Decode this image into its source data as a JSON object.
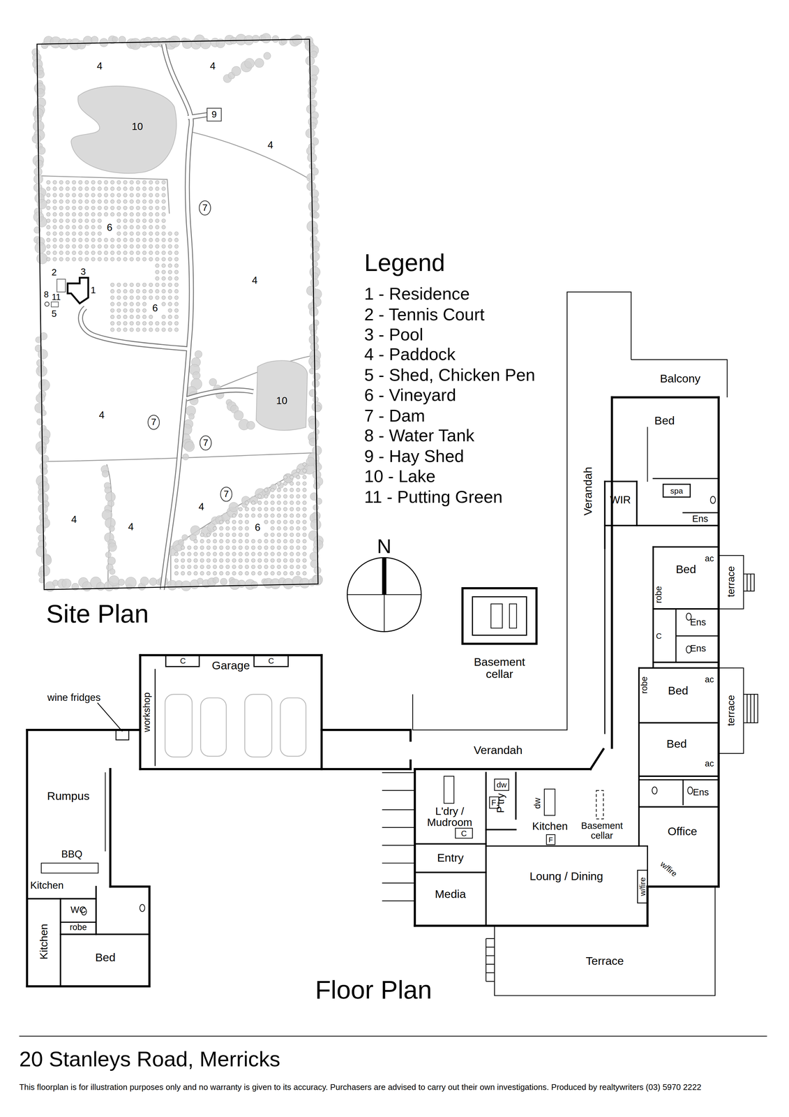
{
  "diagram": {
    "title": "20 Stanleys Road, Merricks",
    "caption": "This floorplan is for illustration purposes only and no warranty is given to its accuracy. Purchasers are advised to carry out their own investigations. Produced by realtywriters (03) 5970 2222",
    "nodes": [
      {
        "text": [
          "Balcony"
        ]
      },
      {
        "text": [
          "Bed"
        ]
      },
      {
        "text": [
          "Verandah"
        ]
      },
      {
        "text": [
          "WIR"
        ]
      },
      {
        "text": [
          "Ens"
        ]
      },
      {
        "text": [
          "Bed"
        ]
      },
      {
        "text": [
          "terrace"
        ]
      },
      {
        "text": [
          "Ens"
        ]
      },
      {
        "text": [
          "Ens"
        ]
      },
      {
        "text": [
          "Basement cellar"
        ]
      },
      {
        "text": [
          "Garage"
        ]
      },
      {
        "text": [
          "workshop"
        ],
        "in": 10
      },
      {
        "text": [
          "Bed"
        ]
      },
      {
        "text": [
          "terrace"
        ]
      },
      {
        "text": [
          "Verandah"
        ]
      },
      {
        "text": [
          "Bed"
        ]
      },
      {
        "text": [
          "Rumpus"
        ]
      },
      {
        "text": [
          "L'dry / Mudroom"
        ]
      },
      {
        "text": [
          "P'try"
        ]
      },
      {
        "text": [
          "Kitchen"
        ]
      },
      {
        "text": [
          "Ens"
        ]
      },
      {
        "text": [
          "Office"
        ]
      },
      {
        "text": [
          "Entry"
        ]
      },
      {
        "text": [
          "Loung / Dining"
        ]
      },
      {
        "text": [
          "Media"
        ]
      },
      {
        "text": [
          "Kitchen"
        ]
      },
      {
        "text": [
          "WC"
        ]
      },
      {
        "text": [
          "robe"
        ]
      },
      {
        "text": [
          "Kitchen"
        ]
      },
      {
        "text": [
          "Bed"
        ]
      },
      {
        "text": [
          "Terrace"
        ]
      }
    ],
    "labels": [
      "Site Plan",
      "4",
      "4",
      "10",
      "9",
      "4",
      "7",
      "6",
      "4",
      "2",
      "3",
      "1",
      "8",
      "11",
      "5",
      "6",
      "10",
      "4",
      "7",
      "7",
      "7",
      "4",
      "4",
      "4",
      "6",
      "Legend",
      "N",
      "C",
      "C",
      "wine fridges",
      "BBQ",
      "spa",
      "ac",
      "ac",
      "ac",
      "robe",
      "C",
      "robe",
      "dw",
      "F",
      "dw",
      "F",
      "C",
      "Basement cellar",
      "w/fire",
      "w/fire",
      "Floor Plan"
    ],
    "legend": [
      {
        "text": "1 - Residence"
      },
      {
        "text": "2 - Tennis Court"
      },
      {
        "text": "3 - Pool"
      },
      {
        "text": "4 - Paddock"
      },
      {
        "text": "5 - Shed, Chicken Pen"
      },
      {
        "text": "6 - Vineyard"
      },
      {
        "text": "7 - Dam"
      },
      {
        "text": "8 - Water Tank"
      },
      {
        "text": "9 - Hay Shed"
      },
      {
        "text": "10 - Lake"
      },
      {
        "text": "11 - Putting Green"
      }
    ]
  }
}
